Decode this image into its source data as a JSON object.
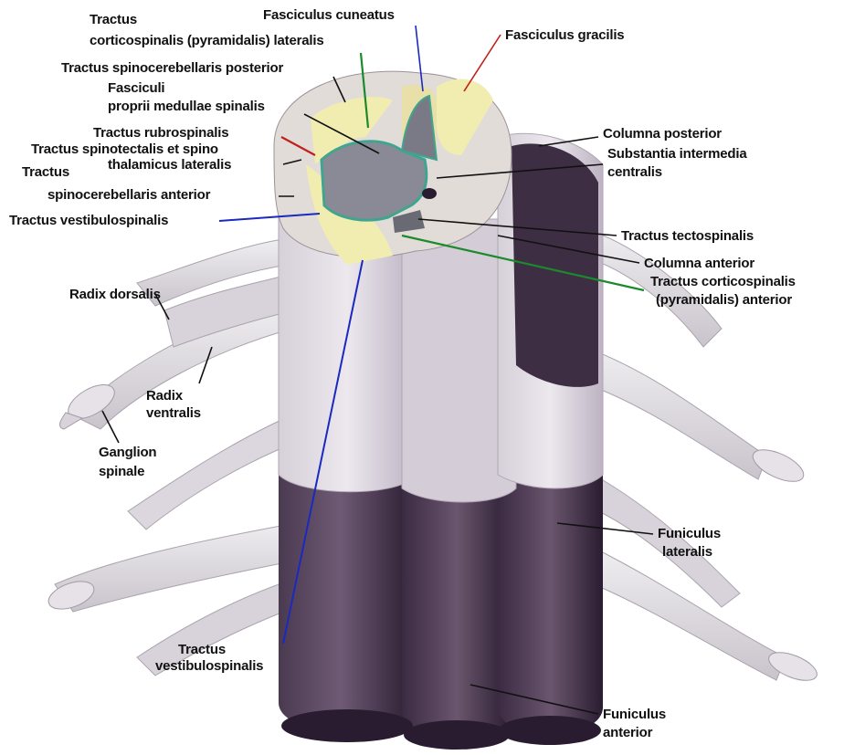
{
  "labels": {
    "tractus_corticospinalis_lateralis": {
      "line1": "Tractus",
      "line2": "corticospinalis (pyramidalis) lateralis"
    },
    "fasciculus_cuneatus": "Fasciculus cuneatus",
    "fasciculus_gracilis": "Fasciculus gracilis",
    "tractus_spinocerebellaris_posterior": "Tractus spinocerebellaris posterior",
    "fasciculi_proprii": {
      "line1": "Fasciculi",
      "line2": "proprii medullae spinalis"
    },
    "tractus_rubrospinalis": "Tractus rubrospinalis",
    "tractus_spinotectalis": {
      "line1": "Tractus spinotectalis et spino",
      "line2": "thalamicus lateralis"
    },
    "tractus_spinocerebellaris_anterior": {
      "line1": "Tractus",
      "line2": "spinocerebellaris anterior"
    },
    "tractus_vestibulospinalis_top": "Tractus vestibulospinalis",
    "columna_posterior": "Columna posterior",
    "substantia_intermedia": {
      "line1": "Substantia intermedia",
      "line2": "centralis"
    },
    "tractus_tectospinalis": "Tractus tectospinalis",
    "columna_anterior": "Columna anterior",
    "tractus_corticospinalis_anterior": {
      "line1": "Tractus corticospinalis",
      "line2": "(pyramidalis) anterior"
    },
    "radix_dorsalis": "Radix dorsalis",
    "radix_ventralis": {
      "line1": "Radix",
      "line2": "ventralis"
    },
    "ganglion_spinale": {
      "line1": "Ganglion",
      "line2": "spinale"
    },
    "funiculus_lateralis": {
      "line1": "Funiculus",
      "line2": "lateralis"
    },
    "tractus_vestibulospinalis_bottom": {
      "line1": "Tractus",
      "line2": "vestibulospinalis"
    },
    "funiculus_anterior": {
      "line1": "Funiculus",
      "line2": "anterior"
    }
  },
  "colors": {
    "white_matter": "#c8c0cc",
    "column_dark": "#3a2a40",
    "column_light": "#a89aaa",
    "gray_matter": "#8a8a96",
    "gray_outline": "#3fa58f",
    "tract_yellow": "#f1ecb0",
    "leader_black": "#111111",
    "leader_green": "#1a8a2a",
    "leader_red": "#c0201a",
    "leader_blue": "#1a2ac0"
  }
}
